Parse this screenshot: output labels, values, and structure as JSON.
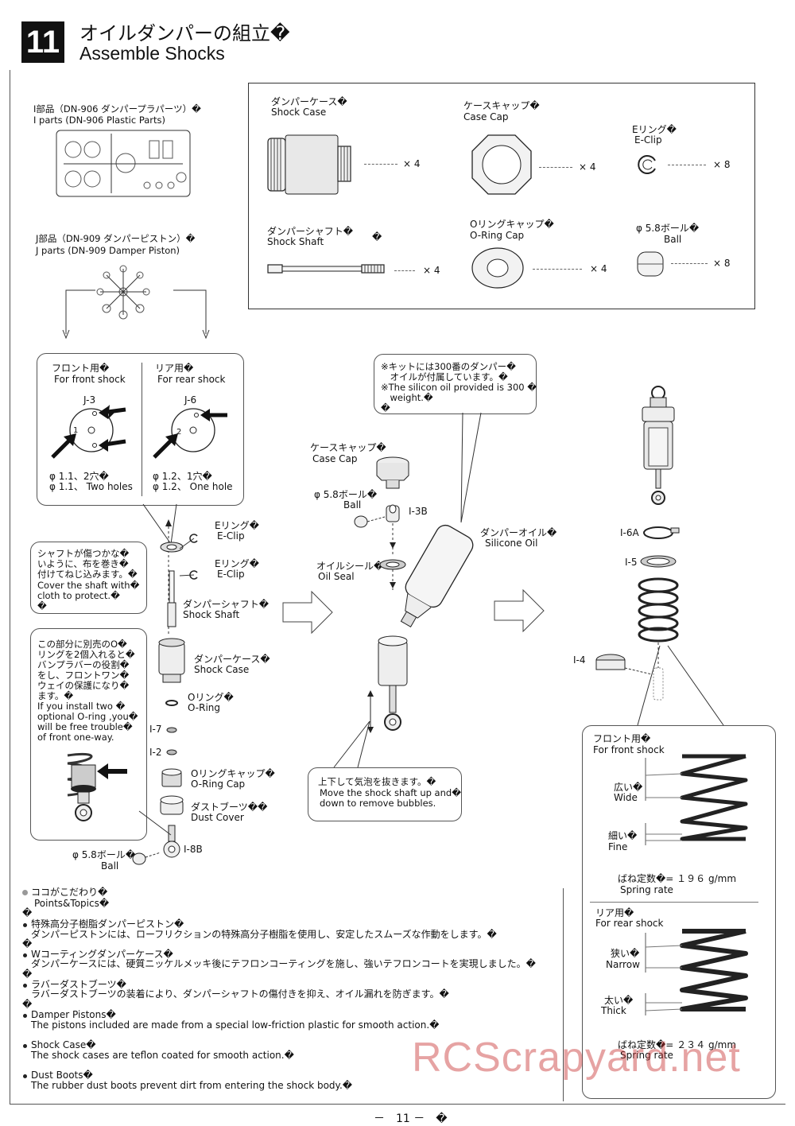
{
  "header": {
    "step_number": "11",
    "title_jp": "オイルダンパーの組立�",
    "title_en": "Assemble Shocks"
  },
  "parts_trees": [
    {
      "label_jp": "I部品（DN-906 ダンパープラパーツ）�",
      "label_en": "I parts (DN-906 Plastic Parts)"
    },
    {
      "label_jp": "J部品（DN-909 ダンパーピストン）�",
      "label_en": "J parts (DN-909 Damper Piston)"
    }
  ],
  "parts_list": [
    {
      "name_jp": "ダンパーケース�",
      "name_en": "Shock Case",
      "qty": "× 4"
    },
    {
      "name_jp": "ケースキャップ�",
      "name_en": "Case Cap",
      "qty": "× 4"
    },
    {
      "name_jp": "Eリング�",
      "name_en": "E-Clip",
      "qty": "× 8"
    },
    {
      "name_jp": "ダンパーシャフト�",
      "name_en": "Shock Shaft",
      "extra": "�",
      "qty": "× 4"
    },
    {
      "name_jp": "Oリングキャップ�",
      "name_en": "O-Ring Cap",
      "qty": "× 4"
    },
    {
      "name_jp": "φ 5.8ボール�",
      "name_en": "Ball",
      "qty": "× 8"
    }
  ],
  "pistons": {
    "front": {
      "title_jp": "フロント用�",
      "title_en": "For front shock",
      "part": "J-3",
      "hole_jp": "φ 1.1、2穴�",
      "hole_en": "φ 1.1、 Two holes",
      "num": "1"
    },
    "rear": {
      "title_jp": "リア用�",
      "title_en": "For rear shock",
      "part": "J-6",
      "hole_jp": "φ 1.2、1穴�",
      "hole_en": "φ 1.2、 One hole",
      "num": "2"
    }
  },
  "notes": {
    "shaft": [
      "シャフトが傷つかな�",
      "いように、布を巻き�",
      "付けてねじ込みます。�",
      "Cover the shaft with�",
      "cloth to protect.�",
      "�"
    ],
    "oring": [
      "この部分に別売のO�",
      "リングを2個入れると�",
      "バンプラバーの役割�",
      "をし、フロントワン�",
      "ウェイの保護になり�",
      "ます。�",
      "If you install two �",
      "optional O-ring ,you�",
      "will be free trouble�",
      " of front one-way."
    ],
    "oil": [
      "※キットには300番のダンパー�",
      "　オイルが付属しています。�",
      "※The silicon oil provided is 300 �",
      "　weight.�",
      "�"
    ],
    "bubbles": [
      "上下して気泡を抜きます。�",
      "Move the shock shaft up and�",
      "down to remove bubbles."
    ]
  },
  "assembly_left": [
    {
      "jp": "Eリング�",
      "en": "E-Clip"
    },
    {
      "jp": "Eリング�",
      "en": "E-Clip"
    },
    {
      "jp": "ダンパーシャフト�",
      "en": "Shock Shaft"
    },
    {
      "jp": "ダンパーケース�",
      "en": "Shock Case"
    },
    {
      "jp": "Oリング�",
      "en": "O-Ring"
    },
    {
      "jp": "Oリングキャップ�",
      "en": "O-Ring Cap"
    },
    {
      "jp": "ダストブーツ��",
      "en": "Dust Cover"
    },
    {
      "jp": "φ 5.8ボール�",
      "en": "Ball"
    }
  ],
  "part_codes": {
    "i7": "I-7",
    "i2": "I-2",
    "i8b": "I-8B",
    "i3b": "I-3B",
    "i6a": "I-6A",
    "i5": "I-5",
    "i4": "I-4"
  },
  "assembly_mid": [
    {
      "jp": "ケースキャップ�",
      "en": "Case Cap"
    },
    {
      "jp": "φ 5.8ボール�",
      "en": "Ball"
    },
    {
      "jp": "オイルシール�",
      "en": "Oil Seal"
    },
    {
      "jp": "ダンパーオイル�",
      "en": "Silicone Oil"
    }
  ],
  "springs": {
    "front": {
      "title_jp": "フロント用�",
      "title_en": "For front shock",
      "wide_jp": "広い�",
      "wide_en": "Wide",
      "fine_jp": "細い�",
      "fine_en": "Fine",
      "rate_jp": "ばね定数�= １９６ g/mm",
      "rate_en": "Spring rate"
    },
    "rear": {
      "title_jp": "リア用�",
      "title_en": "For rear shock",
      "wide_jp": "狭い�",
      "wide_en": "Narrow",
      "fine_jp": "太い�",
      "fine_en": "Thick",
      "rate_jp": "ばね定数�= ２３４ g/mm",
      "rate_en": "Spring rate"
    }
  },
  "points": {
    "title_jp": "ココがこだわり�",
    "title_en": "Points&Topics�",
    "blank": "�",
    "items": [
      {
        "head": "特殊高分子樹脂ダンパーピストン�",
        "body": "ダンパーピストンには、ローフリクションの特殊高分子樹脂を使用し、安定したスムーズな作動をします。�"
      },
      {
        "head": "Wコーティングダンパーケース�",
        "body": "ダンパーケースには、硬質ニッケルメッキ後にテフロンコーティングを施し、強いテフロンコートを実現しました。�"
      },
      {
        "head": "ラバーダストブーツ�",
        "body": "ラバーダストブーツの装着により、ダンパーシャフトの傷付きを抑え、オイル漏れを防ぎます。�"
      },
      {
        "head": "Damper Pistons�",
        "body": "The pistons included are made from a special low-friction plastic for smooth action.�"
      },
      {
        "head": "Shock Case�",
        "body": "The shock cases are teflon coated for smooth action.�"
      },
      {
        "head": "Dust Boots�",
        "body": "The rubber dust boots prevent dirt from entering the shock body.�"
      }
    ]
  },
  "footer": {
    "page": "－　11 －　�"
  },
  "watermark": "RCScrapyard.net"
}
